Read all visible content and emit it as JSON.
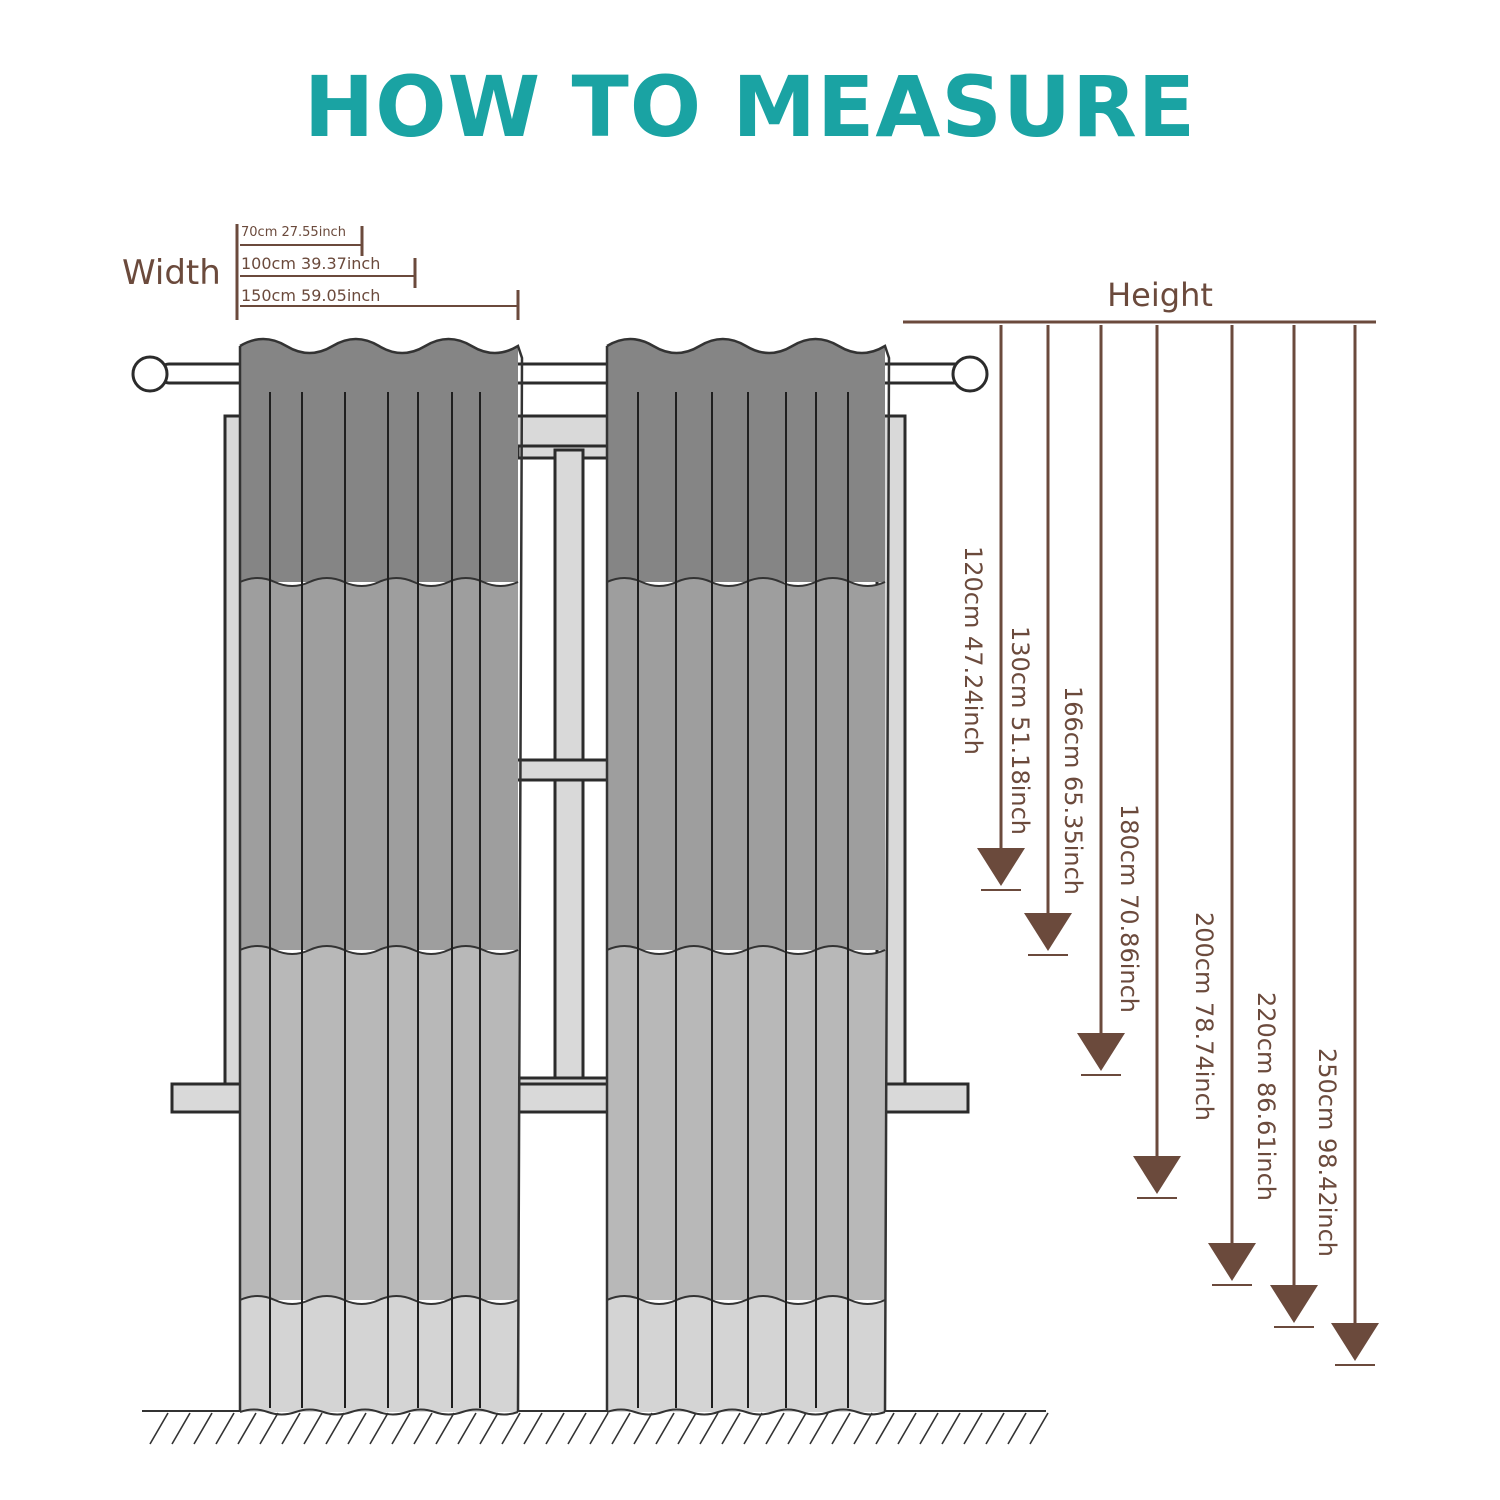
{
  "title": "HOW TO MEASURE",
  "width": {
    "label": "Width",
    "options": [
      "70cm 27.55inch",
      "100cm 39.37inch",
      "150cm 59.05inch"
    ]
  },
  "height": {
    "label": "Height",
    "options": [
      "120cm 47.24inch",
      "130cm 51.18inch",
      "166cm 65.35inch",
      "180cm 70.86inch",
      "200cm 78.74inch",
      "220cm 86.61inch",
      "250cm 98.42inch"
    ]
  },
  "colors": {
    "title": "#1aa3a3",
    "annotation": "#6b4a3c",
    "curtain_top": "#858585",
    "curtain_upper": "#9e9e9e",
    "curtain_lower": "#b8b8b8",
    "curtain_bottom": "#d4d4d4",
    "window_frame": "#d9d9d9"
  }
}
